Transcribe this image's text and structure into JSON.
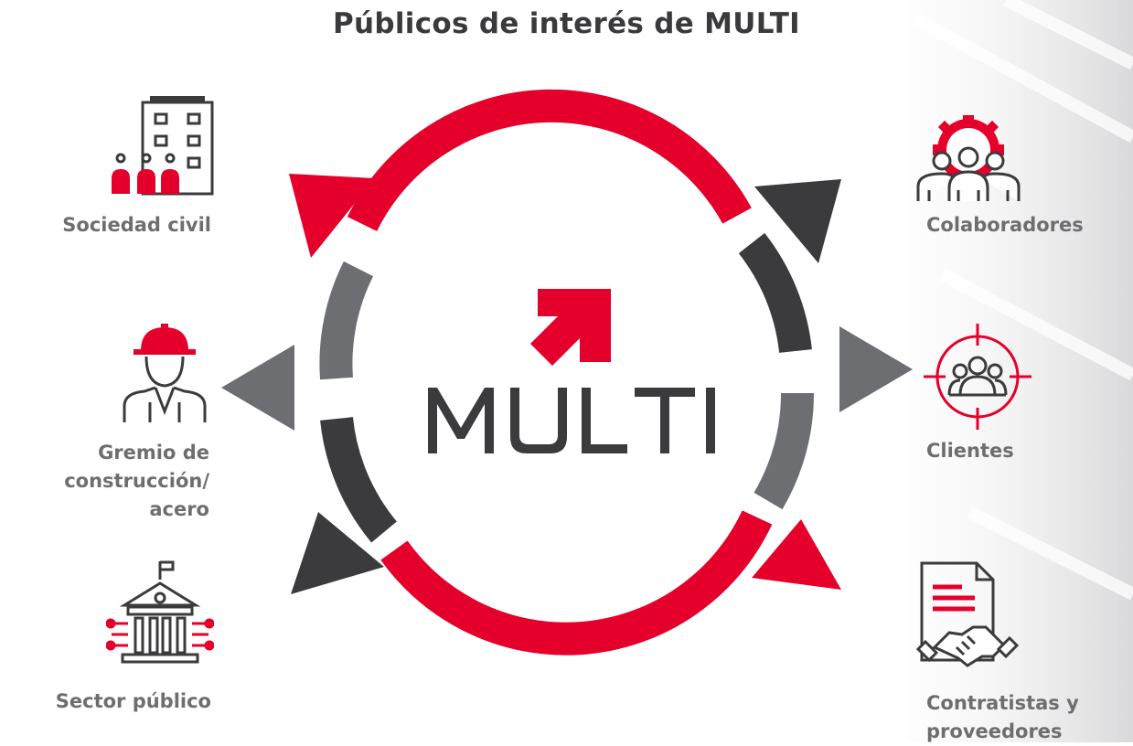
{
  "title": "Públicos de interés de MULTI",
  "brand": {
    "name": "MULTI"
  },
  "colors": {
    "red": "#e4002b",
    "dark": "#3b3b3e",
    "mid": "#6d6e71",
    "text": "#6e6e71"
  },
  "stakeholders": [
    {
      "id": "sociedad-civil",
      "label": "Sociedad civil",
      "icon": "building-community-icon",
      "side": "left"
    },
    {
      "id": "gremio",
      "label": "Gremio de\nconstrucción/\nacero",
      "icon": "construction-worker-icon",
      "side": "left"
    },
    {
      "id": "sector-publico",
      "label": "Sector público",
      "icon": "government-building-icon",
      "side": "left"
    },
    {
      "id": "colaboradores",
      "label": "Colaboradores",
      "icon": "team-gear-icon",
      "side": "right"
    },
    {
      "id": "clientes",
      "label": "Clientes",
      "icon": "clients-target-icon",
      "side": "right"
    },
    {
      "id": "contratistas",
      "label": "Contratistas y\nproveedores",
      "icon": "contract-handshake-icon",
      "side": "right"
    }
  ]
}
